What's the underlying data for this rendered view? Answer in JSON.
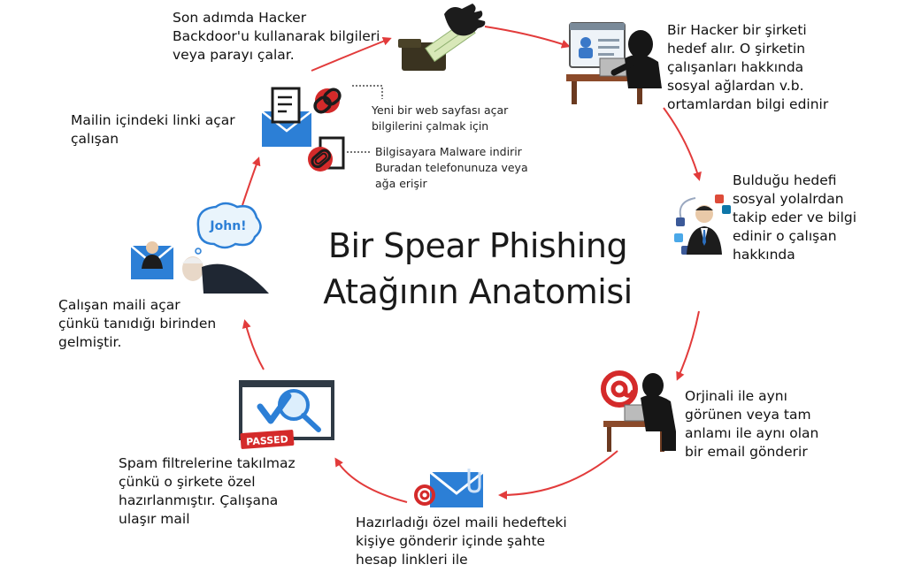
{
  "title": {
    "line1": "Bir Spear Phishing",
    "line2": "Atağının Anatomisi"
  },
  "steps": [
    {
      "id": "step-1",
      "text": "Bir Hacker bir şirketi\nhedef alır. O şirketin\nçalışanları hakkında\nsosyal ağlardan v.b.\nortamlardan bilgi edinir"
    },
    {
      "id": "step-2",
      "text": "Bulduğu hedefi\nsosyal yolalrdan\ntakip eder ve bilgi\nedinir o çalışan\nhakkında"
    },
    {
      "id": "step-3",
      "text": "Orjinali ile aynı\ngörünen veya tam\nanlamı ile aynı olan\nbir email gönderir"
    },
    {
      "id": "step-4",
      "text": "Hazırladığı özel maili hedefteki\nkişiye gönderir içinde şahte\nhesap linkleri ile"
    },
    {
      "id": "step-5",
      "text": "Spam filtrelerine takılmaz\nçünkü o şirkete özel\nhazırlanmıştır. Çalışana\nulaşır mail"
    },
    {
      "id": "step-6",
      "text": "Çalışan maili açar\nçünkü tanıdığı birinden\ngelmiştir."
    },
    {
      "id": "step-7",
      "text": "Mailin içindeki linki açar\nçalışan"
    },
    {
      "id": "step-8",
      "text": "Son adımda Hacker\nBackdoor'u kullanarak bilgileri\nveya parayı çalar."
    }
  ],
  "notes": [
    {
      "id": "note-link",
      "text": "Yeni bir web sayfası açar\nbilgilerini çalmak için"
    },
    {
      "id": "note-malware",
      "text": "Bilgisayara Malware indirir\nBuradan telefonunuza veya\nağa erişir"
    }
  ],
  "icons": {
    "bubble_text": "John!",
    "stamp_text": "PASSED"
  },
  "colors": {
    "arrow": "#e23b3b",
    "accent_blue": "#2c7fd6",
    "dark": "#1e1e1e",
    "red": "#d42a2a"
  }
}
